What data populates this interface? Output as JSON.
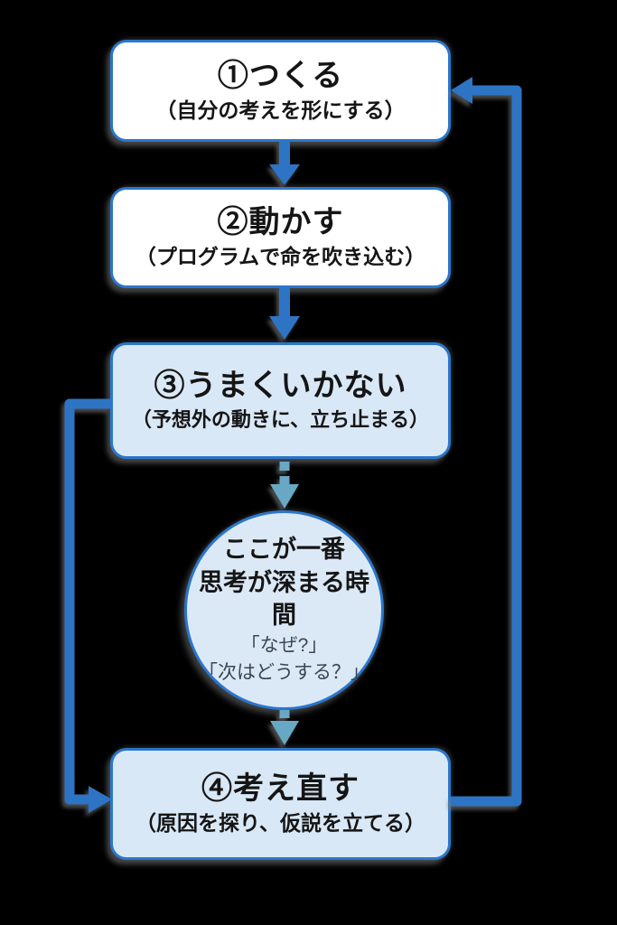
{
  "diagram": {
    "steps": [
      {
        "title": "①つくる",
        "subtitle": "（自分の考えを形にする）"
      },
      {
        "title": "②動かす",
        "subtitle": "（プログラムで命を吹き込む）"
      },
      {
        "title": "③うまくいかない",
        "subtitle": "（予想外の動きに、立ち止まる）"
      },
      {
        "title": "④考え直す",
        "subtitle": "（原因を探り、仮説を立てる）"
      }
    ],
    "circle": {
      "line1": "ここが一番",
      "line2": "思考が深まる時間",
      "quote1": "「なぜ?」",
      "quote2": "「次はどうする？」"
    }
  },
  "colors": {
    "arrow_blue": "#2e74c4",
    "border_blue": "#2b76cc",
    "teal_arrow": "#68a8c4",
    "box_white": "#ffffff",
    "box_light_blue": "#d9e8f6",
    "circle_fill": "#dbe9f7",
    "title_text": "#151515",
    "quote_text": "#3a4654",
    "background": "#000000"
  }
}
